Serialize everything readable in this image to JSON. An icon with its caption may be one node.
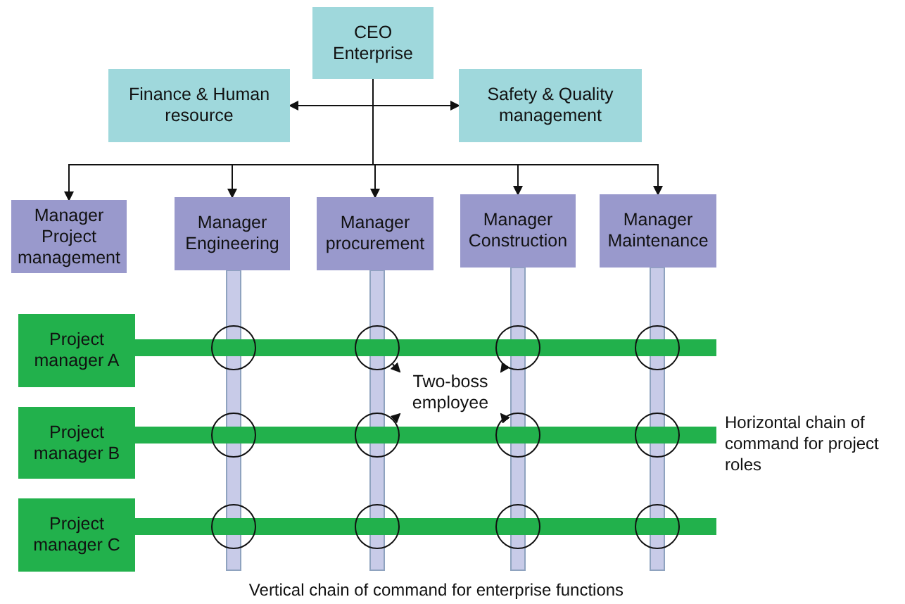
{
  "diagram": {
    "nodes": [
      {
        "text": [
          "CEO Enterprise"
        ]
      },
      {
        "text": [
          "Finance & Human resource"
        ]
      },
      {
        "text": [
          "Safety & Quality management"
        ]
      },
      {
        "text": [
          "Manager Project management"
        ]
      },
      {
        "text": [
          "Manager Engineering"
        ]
      },
      {
        "text": [
          "Manager procurement"
        ]
      },
      {
        "text": [
          "Manager Construction"
        ]
      },
      {
        "text": [
          "Manager Maintenance"
        ]
      },
      {
        "text": [
          "Project manager A"
        ]
      },
      {
        "text": [
          "Project manager B"
        ]
      },
      {
        "text": [
          "Project manager C"
        ]
      },
      {
        "text": [
          "Two-boss employee"
        ]
      },
      {
        "text": [],
        "shape": "circle"
      },
      {
        "text": [],
        "shape": "circle"
      },
      {
        "text": [],
        "shape": "circle"
      },
      {
        "text": [],
        "shape": "circle"
      },
      {
        "text": [],
        "shape": "circle"
      },
      {
        "text": [],
        "shape": "circle"
      },
      {
        "text": [],
        "shape": "circle"
      },
      {
        "text": [],
        "shape": "circle"
      },
      {
        "text": [],
        "shape": "circle"
      },
      {
        "text": [],
        "shape": "circle"
      },
      {
        "text": [],
        "shape": "circle"
      },
      {
        "text": [],
        "shape": "circle"
      }
    ],
    "edges": [
      {
        "from": 0,
        "to": 1,
        "arrow": "to"
      },
      {
        "from": 0,
        "to": 2,
        "arrow": "to"
      },
      {
        "from": 0,
        "to": 3,
        "arrow": "to"
      },
      {
        "from": 0,
        "to": 4,
        "arrow": "to"
      },
      {
        "from": 0,
        "to": 5,
        "arrow": "to"
      },
      {
        "from": 0,
        "to": 6,
        "arrow": "to"
      },
      {
        "from": 0,
        "to": 7,
        "arrow": "to"
      },
      {
        "from": 13,
        "to": 11,
        "arrow": "to"
      },
      {
        "from": 14,
        "to": 11,
        "arrow": "to"
      },
      {
        "from": 17,
        "to": 11,
        "arrow": "to"
      },
      {
        "from": 18,
        "to": 11,
        "arrow": "to"
      }
    ],
    "labels": [
      "Horizontal chain of command for project roles",
      "Vertical chain of command for enterprise functions"
    ]
  }
}
